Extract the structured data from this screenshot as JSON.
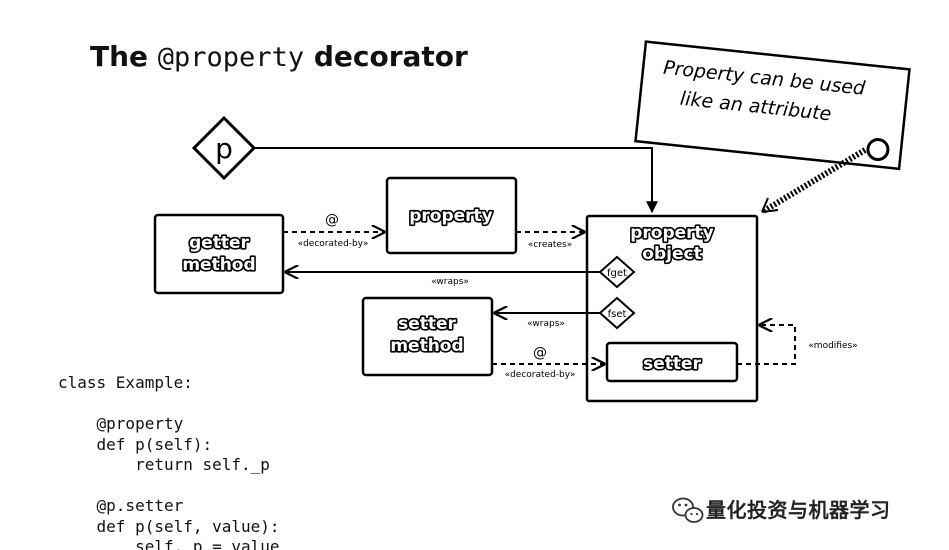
{
  "title": {
    "prefix": "The",
    "code": "@property",
    "suffix": "decorator"
  },
  "nodes": {
    "p": "p",
    "getter": [
      "getter",
      "method"
    ],
    "property_fn": "property",
    "property_object": [
      "property",
      "object"
    ],
    "setter_method": [
      "setter",
      "method"
    ],
    "setter": "setter"
  },
  "pins": {
    "fget": "fget",
    "fset": "fset"
  },
  "edges": {
    "at_getter": "@",
    "decorated_by_getter": "«decorated-by»",
    "creates": "«creates»",
    "wraps_fget": "«wraps»",
    "wraps_fset": "«wraps»",
    "at_setter": "@",
    "decorated_by_setter": "«decorated-by»",
    "modifies": "«modifies»"
  },
  "note": [
    "Property can be used",
    "like an attribute"
  ],
  "code": [
    "class Example:",
    "",
    "    @property",
    "    def p(self):",
    "        return self._p",
    "",
    "    @p.setter",
    "    def p(self, value):",
    "        self._p = value"
  ],
  "watermark": {
    "text": "量化投资与机器学习",
    "icon": "wechat-icon"
  }
}
